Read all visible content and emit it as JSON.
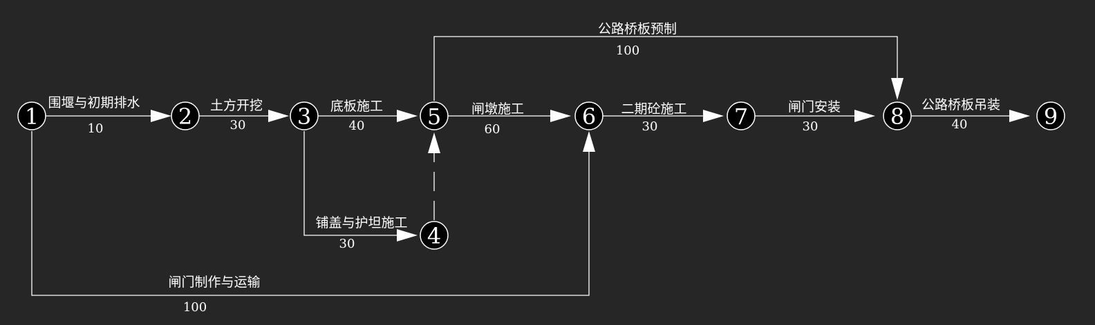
{
  "colors": {
    "background": "#262626",
    "line": "#ffffff",
    "node_fill": "#000000",
    "text": "#ffffff"
  },
  "nodes": [
    {
      "id": 1,
      "label": "1"
    },
    {
      "id": 2,
      "label": "2"
    },
    {
      "id": 3,
      "label": "3"
    },
    {
      "id": 4,
      "label": "4"
    },
    {
      "id": 5,
      "label": "5"
    },
    {
      "id": 6,
      "label": "6"
    },
    {
      "id": 7,
      "label": "7"
    },
    {
      "id": 8,
      "label": "8"
    },
    {
      "id": 9,
      "label": "9"
    }
  ],
  "edges": [
    {
      "from": 1,
      "to": 2,
      "activity": "围堰与初期排水",
      "duration": "10"
    },
    {
      "from": 2,
      "to": 3,
      "activity": "土方开挖",
      "duration": "30"
    },
    {
      "from": 3,
      "to": 5,
      "activity": "底板施工",
      "duration": "40"
    },
    {
      "from": 5,
      "to": 6,
      "activity": "闸墩施工",
      "duration": "60"
    },
    {
      "from": 6,
      "to": 7,
      "activity": "二期砼施工",
      "duration": "30"
    },
    {
      "from": 7,
      "to": 8,
      "activity": "闸门安装",
      "duration": "30"
    },
    {
      "from": 8,
      "to": 9,
      "activity": "公路桥板吊装",
      "duration": "40"
    },
    {
      "from": 5,
      "to": 8,
      "activity": "公路桥板预制",
      "duration": "100"
    },
    {
      "from": 3,
      "to": 4,
      "activity": "铺盖与护坦施工",
      "duration": "30"
    },
    {
      "from": 4,
      "to": 5,
      "activity": "",
      "duration": "",
      "dummy": true
    },
    {
      "from": 1,
      "to": 6,
      "activity": "闸门制作与运输",
      "duration": "100"
    }
  ]
}
